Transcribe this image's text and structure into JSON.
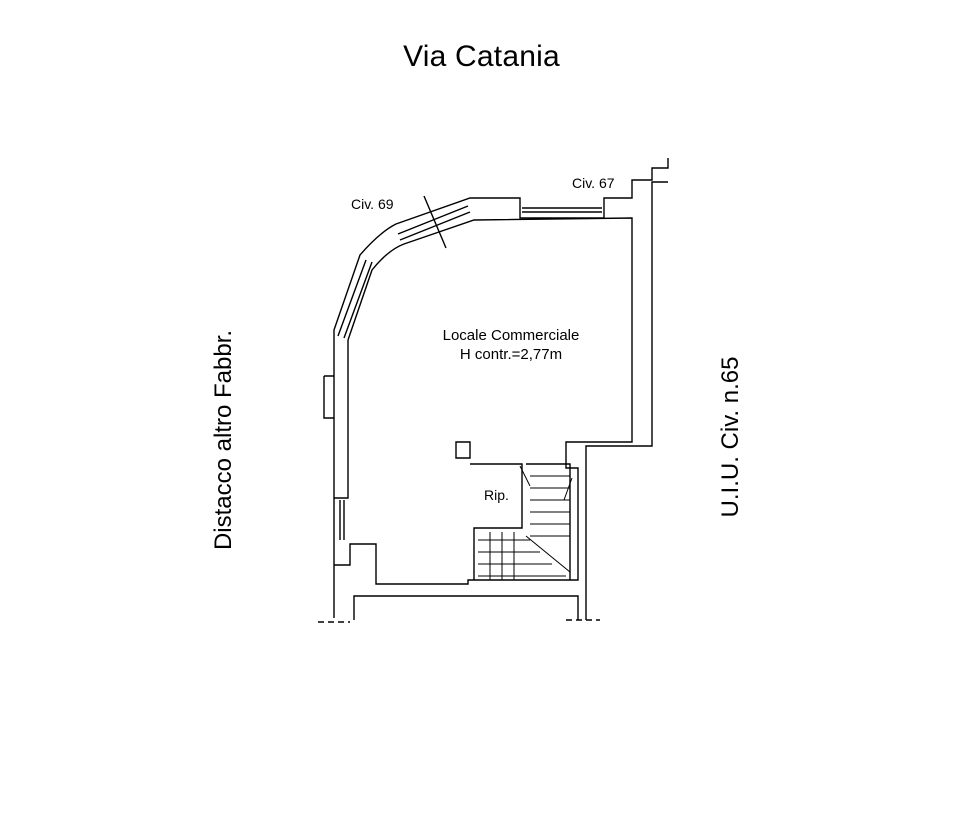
{
  "street": {
    "title": "Via Catania"
  },
  "labels": {
    "left_side": "Distacco altro Fabbr.",
    "right_side": "U.I.U. Civ. n.65",
    "civic_69": "Civ. 69",
    "civic_67": "Civ. 67",
    "storage": "Rip."
  },
  "room": {
    "name": "Locale Commerciale",
    "height": "H contr.=2,77m"
  },
  "colors": {
    "line": "#000000",
    "background": "#ffffff"
  }
}
